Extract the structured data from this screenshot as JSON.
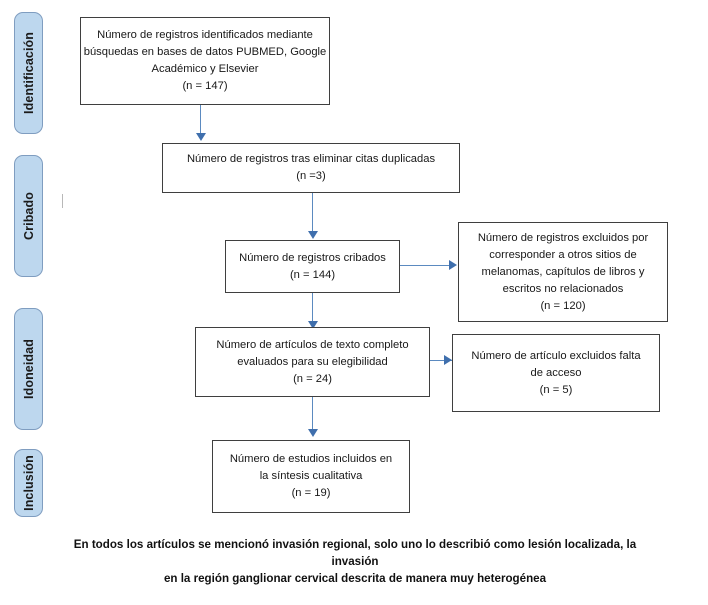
{
  "diagram": {
    "type": "prisma-flow-diagram",
    "phases": [
      {
        "label": "Identificación"
      },
      {
        "label": "Cribado"
      },
      {
        "label": "Idoneidad"
      },
      {
        "label": "Inclusión"
      }
    ],
    "boxes": {
      "identified": {
        "lines": [
          "Número de registros identificados mediante",
          "búsquedas en bases de datos PUBMED, Google",
          "Académico y Elsevier",
          "(n = 147)"
        ],
        "count": 147
      },
      "after_duplicates": {
        "lines": [
          "Número de registros tras eliminar citas duplicadas",
          "(n =3)"
        ],
        "count": 3
      },
      "screened": {
        "lines": [
          "Número de registros cribados",
          "(n = 144)"
        ],
        "count": 144
      },
      "excluded_records": {
        "lines": [
          "Número de registros excluidos por",
          "corresponder a otros sitios de",
          "melanomas, capítulos de libros y",
          "escritos no relacionados",
          "(n = 120)"
        ],
        "count": 120
      },
      "fulltext_assessed": {
        "lines": [
          "Número de artículos de texto completo",
          "evaluados para su elegibilidad",
          "(n = 24)"
        ],
        "count": 24
      },
      "excluded_fulltext": {
        "lines": [
          "Número de artículo excluidos falta",
          "de  acceso",
          "(n = 5)"
        ],
        "count": 5
      },
      "included_studies": {
        "lines": [
          "Número de estudios incluidos en",
          "la síntesis cualitativa",
          "(n = 19)"
        ],
        "count": 19
      }
    },
    "caption": {
      "lines": [
        "En todos los artículos se mencionó invasión regional, solo uno lo describió como lesión localizada, la invasión",
        "en la región ganglionar cervical descrita de manera muy heterogénea"
      ]
    },
    "colors": {
      "phase_tab_fill": "#bdd7ee",
      "phase_tab_border": "#7f9dc0",
      "box_border": "#3f3f3f",
      "connector": "#5b8ac0",
      "arrow_head": "#3f6fad",
      "text": "#181818",
      "background": "#ffffff"
    }
  }
}
